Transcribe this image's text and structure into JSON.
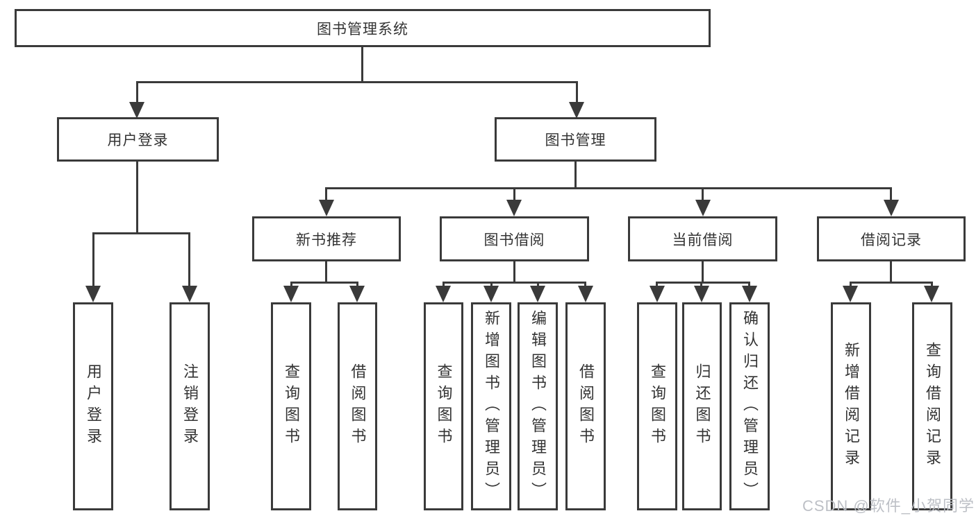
{
  "diagram": {
    "root": {
      "label": "图书管理系统"
    },
    "branches": [
      {
        "label": "用户登录",
        "children": [
          {
            "label": "用户登录"
          },
          {
            "label": "注销登录"
          }
        ]
      },
      {
        "label": "图书管理",
        "sections": [
          {
            "label": "新书推荐",
            "children": [
              {
                "label": "查询图书"
              },
              {
                "label": "借阅图书"
              }
            ]
          },
          {
            "label": "图书借阅",
            "children": [
              {
                "label": "查询图书"
              },
              {
                "label": "新增图书（管理员）"
              },
              {
                "label": "编辑图书（管理员）"
              },
              {
                "label": "借阅图书"
              }
            ]
          },
          {
            "label": "当前借阅",
            "children": [
              {
                "label": "查询图书"
              },
              {
                "label": "归还图书"
              },
              {
                "label": "确认归还（管理员）"
              }
            ]
          },
          {
            "label": "借阅记录",
            "children": [
              {
                "label": "新增借阅记录"
              },
              {
                "label": "查询借阅记录"
              }
            ]
          }
        ]
      }
    ]
  },
  "watermark": {
    "text": "CSDN @软件_小贺同学"
  },
  "colors": {
    "line": "#3a3a3a",
    "text": "#333333",
    "watermark": "#b9bdc3",
    "background": "#ffffff"
  }
}
